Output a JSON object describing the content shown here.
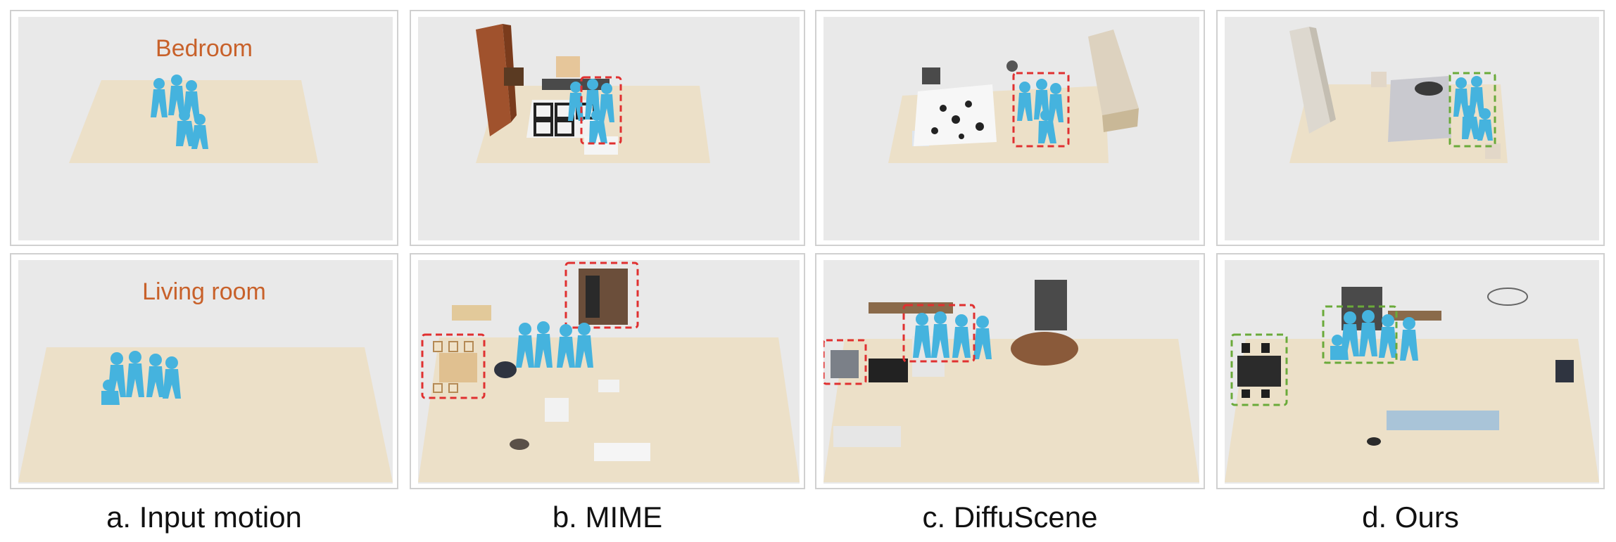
{
  "figure": {
    "scene_labels": {
      "bedroom": "Bedroom",
      "living_room": "Living room"
    },
    "captions": [
      "a. Input motion",
      "b. MIME",
      "c. DiffuScene",
      "d. Ours"
    ],
    "colors": {
      "background": "#e9e9e9",
      "floor": "#ece0c8",
      "human": "#45b3de",
      "bad_box": "#e03030",
      "good_box": "#6aaa3a",
      "label": "#c8612a"
    },
    "panels": [
      {
        "row": "bedroom",
        "column": "input-motion",
        "highlight": "none"
      },
      {
        "row": "bedroom",
        "column": "mime",
        "highlight": "red"
      },
      {
        "row": "bedroom",
        "column": "diffuscene",
        "highlight": "red"
      },
      {
        "row": "bedroom",
        "column": "ours",
        "highlight": "green"
      },
      {
        "row": "living-room",
        "column": "input-motion",
        "highlight": "none"
      },
      {
        "row": "living-room",
        "column": "mime",
        "highlight": "red"
      },
      {
        "row": "living-room",
        "column": "diffuscene",
        "highlight": "red"
      },
      {
        "row": "living-room",
        "column": "ours",
        "highlight": "green"
      }
    ]
  }
}
